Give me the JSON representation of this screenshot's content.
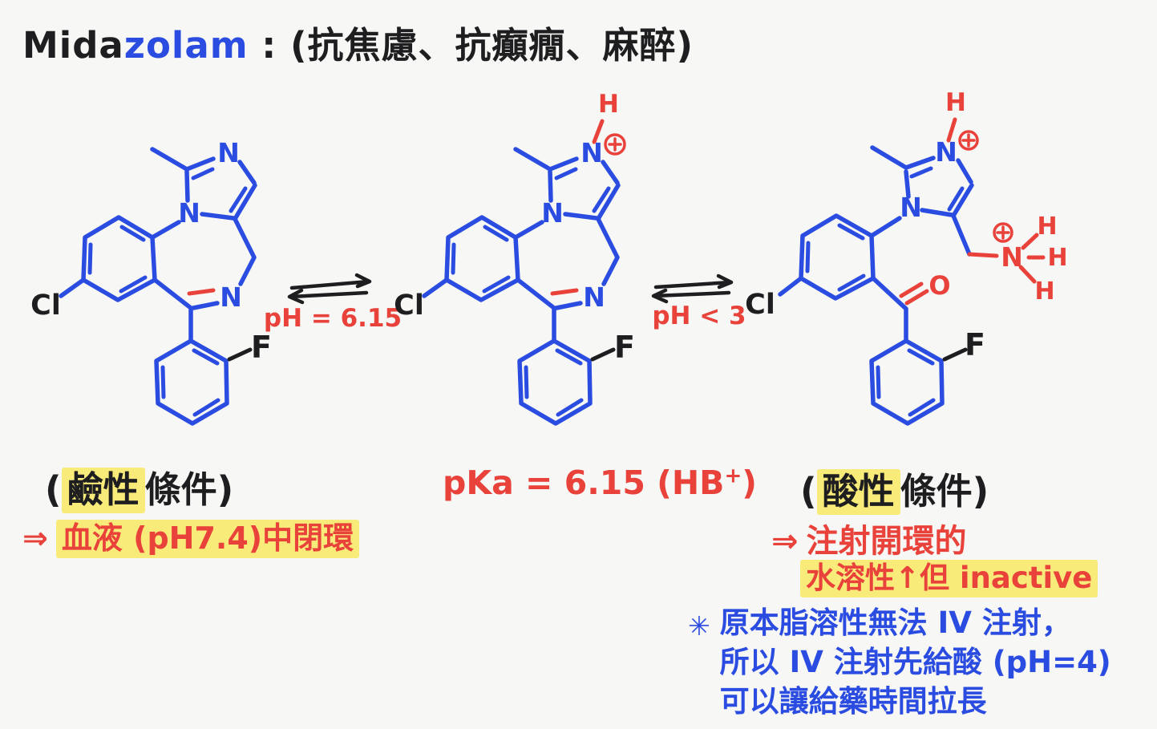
{
  "title": {
    "drug_name_black": "Mida",
    "drug_name_blue": "zolam",
    "separator": " : ",
    "indications": "(抗焦慮、抗癲癇、麻醉)"
  },
  "atom_labels": {
    "N": "N",
    "Cl": "Cl",
    "F": "F",
    "O": "O",
    "H": "H"
  },
  "icons": {
    "charge_plus": "⊕"
  },
  "equilibrium": {
    "forward_condition": "pH = 6.15",
    "reverse_condition": "pH < 3"
  },
  "captions": {
    "basic_condition": {
      "prefix": "(",
      "highlighted": "鹼性",
      "suffix": "條件)"
    },
    "pka": {
      "text": "pKa = 6.15 (HB",
      "superscript": "+",
      "close": ")"
    },
    "acidic_condition": {
      "prefix": "(",
      "highlighted": "酸性",
      "suffix": "條件)"
    }
  },
  "annotations": {
    "basic_note": {
      "arrow": "⇒",
      "text": "血液 (pH7.4)中閉環"
    },
    "acidic_note": {
      "arrow": "⇒",
      "line1": "注射開環的",
      "line2": "水溶性↑但 inactive"
    },
    "footnote": {
      "marker": "✳",
      "line1": "原本脂溶性無法 IV 注射，",
      "line2": "所以 IV 注射先給酸 (pH=4)",
      "line3": "可以讓給藥時間拉長"
    }
  },
  "colors": {
    "ink_black": "#1e1e20",
    "ink_blue": "#2b4ce0",
    "ink_red": "#e8423b",
    "highlight_yellow": "#f8eb7a",
    "background": "#f7f7f5"
  }
}
